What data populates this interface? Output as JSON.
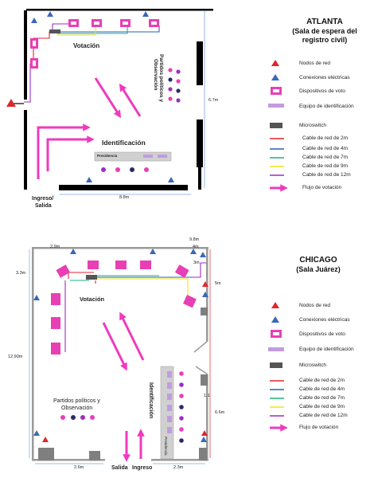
{
  "atlanta": {
    "title": "ATLANTA",
    "subtitle_line1": "(Sala de espera del",
    "subtitle_line2": "registro civil)",
    "area_labels": {
      "votacion": "Votación",
      "identificacion": "Identificación",
      "partidos_line1": "Partidos políticos y",
      "partidos_line2": "Observación",
      "presidencia": "Presidencia",
      "entrada_line1": "Ingreso/",
      "entrada_line2": "Salida"
    },
    "dimensions": {
      "height": "6.7m",
      "width": "8.8m"
    }
  },
  "chicago": {
    "title": "CHICAGO",
    "subtitle": "(Sala Juárez)",
    "area_labels": {
      "votacion": "Votación",
      "identificacion": "Identificación",
      "partidos_line1": "Partidos políticos y",
      "partidos_line2": "Observación",
      "presidencia": "Presidencia",
      "salida": "Salida",
      "ingreso": "Ingreso"
    },
    "dimensions": {
      "top_left": "2.9m",
      "top_right": "9.8m",
      "top_right_inner": "4m",
      "inner_segment": "3m",
      "left_upper": "3.3m",
      "left": "12.90m",
      "right_upper": "5m",
      "right_mid": "1.1",
      "right_lower": "6.6m",
      "bottom_left": "2.6m",
      "bottom_right": "2.3m"
    }
  },
  "legend": {
    "items": [
      {
        "label": "Nodos de red",
        "icon": "red-triangle-icon",
        "color": "#e0262d"
      },
      {
        "label": "Conexiones eléctricas",
        "icon": "blue-triangle-icon",
        "color": "#3a67b8"
      },
      {
        "label": "Dispositivos de voto",
        "icon": "voting-device-icon",
        "color": "#e83fb5"
      },
      {
        "label": "Equipo de identificación",
        "icon": "id-equipment-icon",
        "color": "#c29be0"
      },
      {
        "label": "Microswitch",
        "icon": "microswitch-icon",
        "color": "#555555"
      },
      {
        "label": "Cable de red de 2m",
        "color": "#e0262d"
      },
      {
        "label": "Cable de red de 4m",
        "color": "#2a5fc0"
      },
      {
        "label": "Cable de red de 7m",
        "color": "#1fb07a"
      },
      {
        "label": "Cable de red de 9m",
        "color": "#f2e21a"
      },
      {
        "label": "Cable de red de 12m",
        "color": "#9b2fc0"
      },
      {
        "label": "Flujo de votación",
        "icon": "flow-arrow-icon",
        "color": "#ee3bbd"
      }
    ]
  }
}
